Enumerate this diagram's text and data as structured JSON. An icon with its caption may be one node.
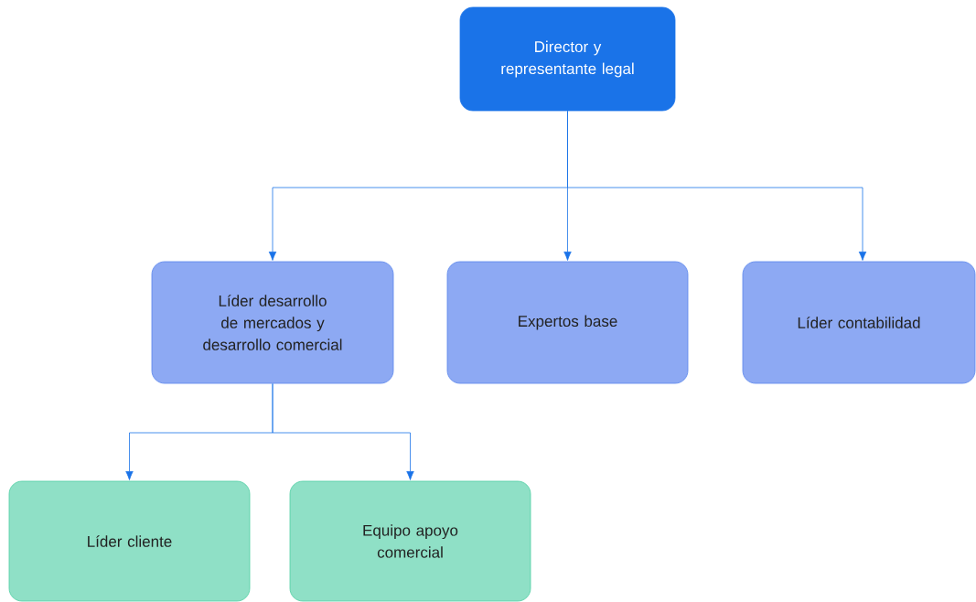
{
  "diagram": {
    "nodes": [
      {
        "text": [
          "Director y representante legal"
        ]
      },
      {
        "text": [
          "Líder desarrollo de mercados y desarrollo comercial"
        ]
      },
      {
        "text": [
          "Expertos base"
        ]
      },
      {
        "text": [
          "Líder contabilidad"
        ]
      },
      {
        "text": [
          "Líder cliente"
        ]
      },
      {
        "text": [
          "Equipo apoyo comercial"
        ]
      }
    ],
    "edges": [
      {
        "from": 0,
        "to": 1,
        "arrow": "to"
      },
      {
        "from": 0,
        "to": 2,
        "arrow": "to"
      },
      {
        "from": 0,
        "to": 3,
        "arrow": "to"
      },
      {
        "from": 1,
        "to": 4,
        "arrow": "to"
      },
      {
        "from": 1,
        "to": 5,
        "arrow": "to"
      }
    ]
  }
}
